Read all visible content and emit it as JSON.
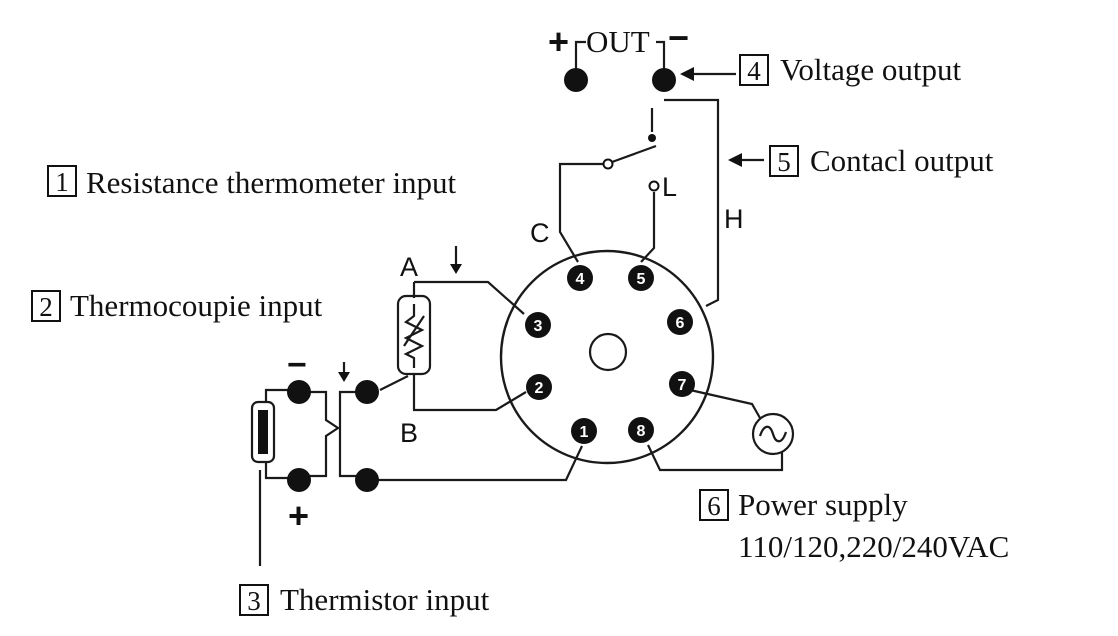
{
  "labels": {
    "resistance": {
      "num": "1",
      "text": "Resistance thermometer input"
    },
    "thermocouple": {
      "num": "2",
      "text": "Thermocoupie input"
    },
    "thermistor": {
      "num": "3",
      "text": "Thermistor input"
    },
    "voltage": {
      "num": "4",
      "text": "Voltage output"
    },
    "contact": {
      "num": "5",
      "text": "Contacl output"
    },
    "power": {
      "num": "6",
      "text": "Power supply",
      "voltage": "110/120,220/240VAC"
    }
  },
  "out_label": "OUT",
  "plus": "+",
  "minus": "−",
  "contact_terminals": {
    "common": "C",
    "low": "L",
    "high": "H"
  },
  "rtd_terminals": {
    "a": "A",
    "b": "B"
  },
  "pins": [
    "1",
    "2",
    "3",
    "4",
    "5",
    "6",
    "7",
    "8"
  ]
}
